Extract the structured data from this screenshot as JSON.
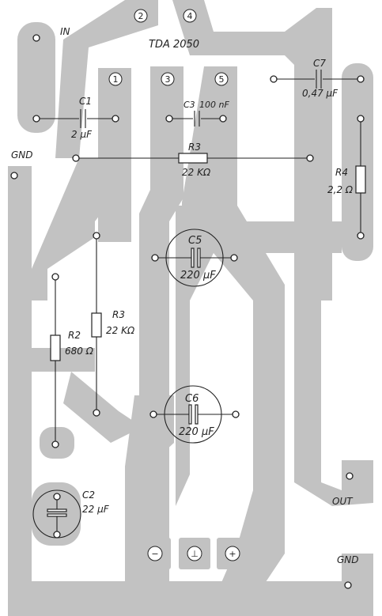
{
  "labels": {
    "in": "IN",
    "gnd_left": "GND",
    "gnd_bottom": "GND",
    "out": "OUT",
    "ic": "TDA 2050"
  },
  "pins": {
    "p1": "1",
    "p2": "2",
    "p3": "3",
    "p4": "4",
    "p5": "5",
    "minus": "−",
    "ground": "⊥",
    "plus": "+"
  },
  "components": {
    "c1": {
      "name": "C1",
      "value": "2 µF"
    },
    "c2": {
      "name": "C2",
      "value": "22 µF"
    },
    "c3": {
      "name": "C3",
      "value": "100 nF"
    },
    "c5": {
      "name": "C5",
      "value": "220 µF"
    },
    "c6": {
      "name": "C6",
      "value": "220 µF"
    },
    "c7": {
      "name": "C7",
      "value": "0,47 µF"
    },
    "r2": {
      "name": "R2",
      "value": "680 Ω"
    },
    "r3a": {
      "name": "R3",
      "value": "22 KΩ"
    },
    "r3b": {
      "name": "R3",
      "value": "22 KΩ"
    },
    "r4": {
      "name": "R4",
      "value": "2,2 Ω"
    }
  },
  "colors": {
    "copper": "#c2c2c2",
    "background": "#ffffff",
    "ink": "#222222"
  }
}
